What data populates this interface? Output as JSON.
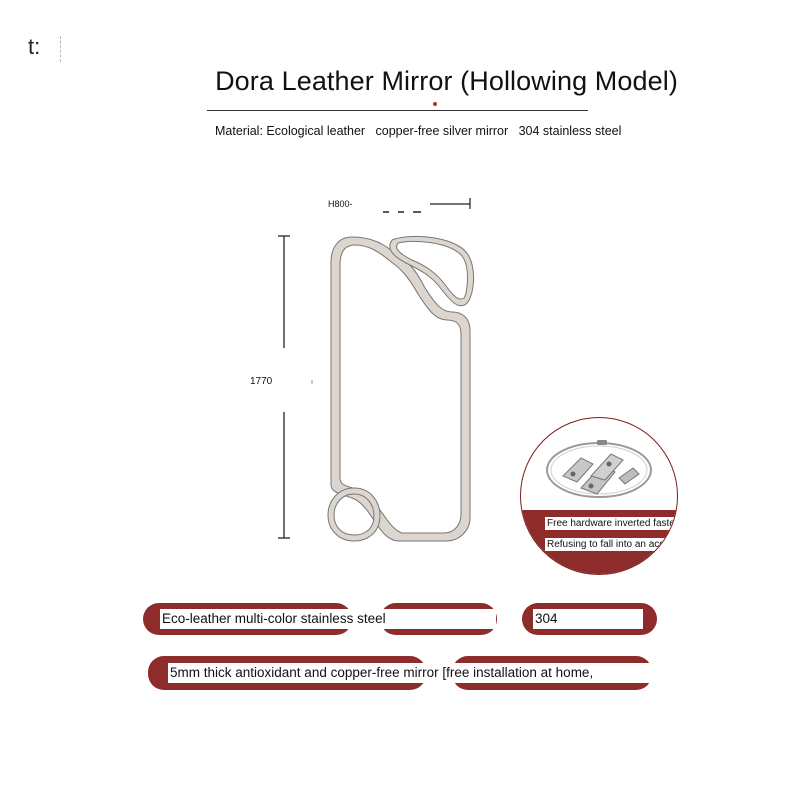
{
  "corner_mark": "t:",
  "title": "Dora Leather Mirror (Hollowing Model)",
  "material": "Material: Ecological leather   copper-free silver mirror   304 stainless steel",
  "dimensions": {
    "width_label": "H800-",
    "height_label": "1770"
  },
  "callout": {
    "line1": "Free hardware inverted fasteners",
    "line2": "Refusing to fall into an accident",
    "icon": "hanging-hardware-icon"
  },
  "features": {
    "row1": [
      "Eco-leather multi-color stainless steel",
      "304"
    ],
    "row2": [
      "5mm thick antioxidant and copper-free mirror [free installation at home,"
    ]
  },
  "colors": {
    "accent": "#8e2b2b",
    "frame": "#dcd6cf"
  }
}
